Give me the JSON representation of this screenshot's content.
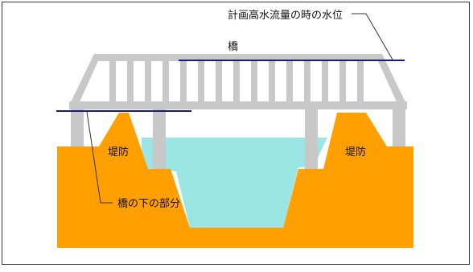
{
  "labels": {
    "bridge": "橋",
    "planned_flood_level": "計画高水流量の時の水位",
    "levee_left": "堤防",
    "levee_right": "堤防",
    "under_bridge": "橋の下の部分"
  },
  "colors": {
    "levee": "#ff9f00",
    "water": "#9be5e5",
    "bridge": "#c8c8c8",
    "water_level_line": "#1a1a7a",
    "leader_line": "#333333",
    "frame": "#3a3a3a"
  }
}
